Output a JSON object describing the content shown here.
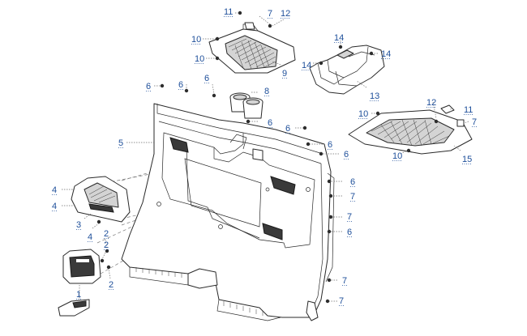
{
  "callouts": [
    {
      "id": "c1",
      "label": "11"
    },
    {
      "id": "c2",
      "label": "7"
    },
    {
      "id": "c3",
      "label": "12"
    },
    {
      "id": "c4",
      "label": "10"
    },
    {
      "id": "c5",
      "label": "10"
    },
    {
      "id": "c6",
      "label": "9"
    },
    {
      "id": "c7",
      "label": "14"
    },
    {
      "id": "c8",
      "label": "14"
    },
    {
      "id": "c9",
      "label": "14"
    },
    {
      "id": "c10",
      "label": "13"
    },
    {
      "id": "c11",
      "label": "6"
    },
    {
      "id": "c12",
      "label": "6"
    },
    {
      "id": "c13",
      "label": "6"
    },
    {
      "id": "c14",
      "label": "8"
    },
    {
      "id": "c15",
      "label": "6"
    },
    {
      "id": "c16",
      "label": "6"
    },
    {
      "id": "c17",
      "label": "6"
    },
    {
      "id": "c18",
      "label": "6"
    },
    {
      "id": "c19",
      "label": "5"
    },
    {
      "id": "c20",
      "label": "10"
    },
    {
      "id": "c21",
      "label": "12"
    },
    {
      "id": "c22",
      "label": "11"
    },
    {
      "id": "c23",
      "label": "7"
    },
    {
      "id": "c24",
      "label": "10"
    },
    {
      "id": "c25",
      "label": "15"
    },
    {
      "id": "c26",
      "label": "6"
    },
    {
      "id": "c27",
      "label": "7"
    },
    {
      "id": "c28",
      "label": "7"
    },
    {
      "id": "c29",
      "label": "6"
    },
    {
      "id": "c30",
      "label": "4"
    },
    {
      "id": "c31",
      "label": "4"
    },
    {
      "id": "c32",
      "label": "3"
    },
    {
      "id": "c33",
      "label": "4"
    },
    {
      "id": "c34",
      "label": "2"
    },
    {
      "id": "c35",
      "label": "2"
    },
    {
      "id": "c36",
      "label": "2"
    },
    {
      "id": "c37",
      "label": "1"
    },
    {
      "id": "c38",
      "label": "7"
    },
    {
      "id": "c39",
      "label": "7"
    }
  ]
}
